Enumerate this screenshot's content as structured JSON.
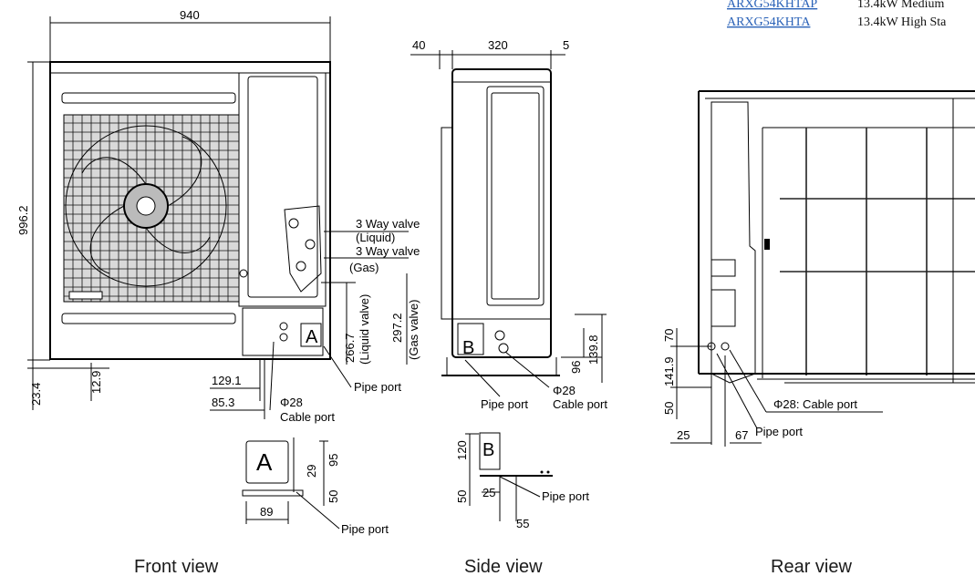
{
  "models": [
    {
      "code": "ARXG54KHTAP",
      "desc": "13.4kW Medium"
    },
    {
      "code": "ARXG54KHTA",
      "desc": "13.4kW High Sta"
    }
  ],
  "front": {
    "width": "940",
    "height": "996.2",
    "base": "23.4",
    "foot": "12.9",
    "d1291": "129.1",
    "d853": "85.3",
    "d2667": "266.7",
    "d2972": "297.2",
    "liquid_valve": "(Liquid valve)",
    "gas_valve": "(Gas valve)",
    "three_way_1": "3 Way valve",
    "liquid": "(Liquid)",
    "three_way_2": "3 Way valve",
    "gas": "(Gas)",
    "phi": "Φ28",
    "cable_port": "Cable port",
    "pipe_port": "Pipe port",
    "marker": "A"
  },
  "side": {
    "d40": "40",
    "d320": "320",
    "d5": "5",
    "d96": "96",
    "d1398": "139.8",
    "pipe_port": "Pipe port",
    "phi": "Φ28",
    "cable_port": "Cable port",
    "marker": "B"
  },
  "detail_a": {
    "marker": "A",
    "d29": "29",
    "d95": "95",
    "d50": "50",
    "d89": "89",
    "pipe_port": "Pipe port"
  },
  "detail_b": {
    "marker": "B",
    "d120": "120",
    "d50": "50",
    "d25": "25",
    "d55": "55",
    "pipe_port": "Pipe port"
  },
  "rear": {
    "d70": "70",
    "d1419": "141.9",
    "d50": "50",
    "d25": "25",
    "d67": "67",
    "cable": "Φ28: Cable port",
    "pipe_port": "Pipe port"
  },
  "captions": {
    "front": "Front view",
    "side": "Side view",
    "rear": "Rear view"
  }
}
